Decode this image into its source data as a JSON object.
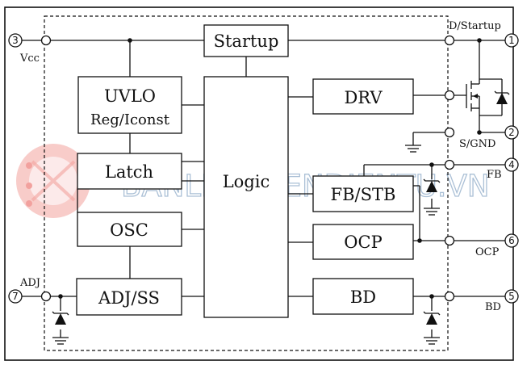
{
  "blocks": {
    "startup": "Startup",
    "uvlo_line1": "UVLO",
    "uvlo_line2": "Reg/Iconst",
    "latch": "Latch",
    "logic": "Logic",
    "osc": "OSC",
    "adjss": "ADJ/SS",
    "drv": "DRV",
    "fbstb": "FB/STB",
    "ocp": "OCP",
    "bd": "BD"
  },
  "pins": [
    {
      "num": "1",
      "label": "D/Startup"
    },
    {
      "num": "2",
      "label": "S/GND"
    },
    {
      "num": "3",
      "label": "Vcc"
    },
    {
      "num": "4",
      "label": "FB"
    },
    {
      "num": "5",
      "label": "BD"
    },
    {
      "num": "6",
      "label": "OCP"
    },
    {
      "num": "7",
      "label": "ADJ"
    }
  ],
  "watermark": "BANLINHKIENDIENTU.VN",
  "colors": {
    "line": "#111111",
    "watermark_red": "#e8564f",
    "watermark_blue": "#9db6cf"
  }
}
